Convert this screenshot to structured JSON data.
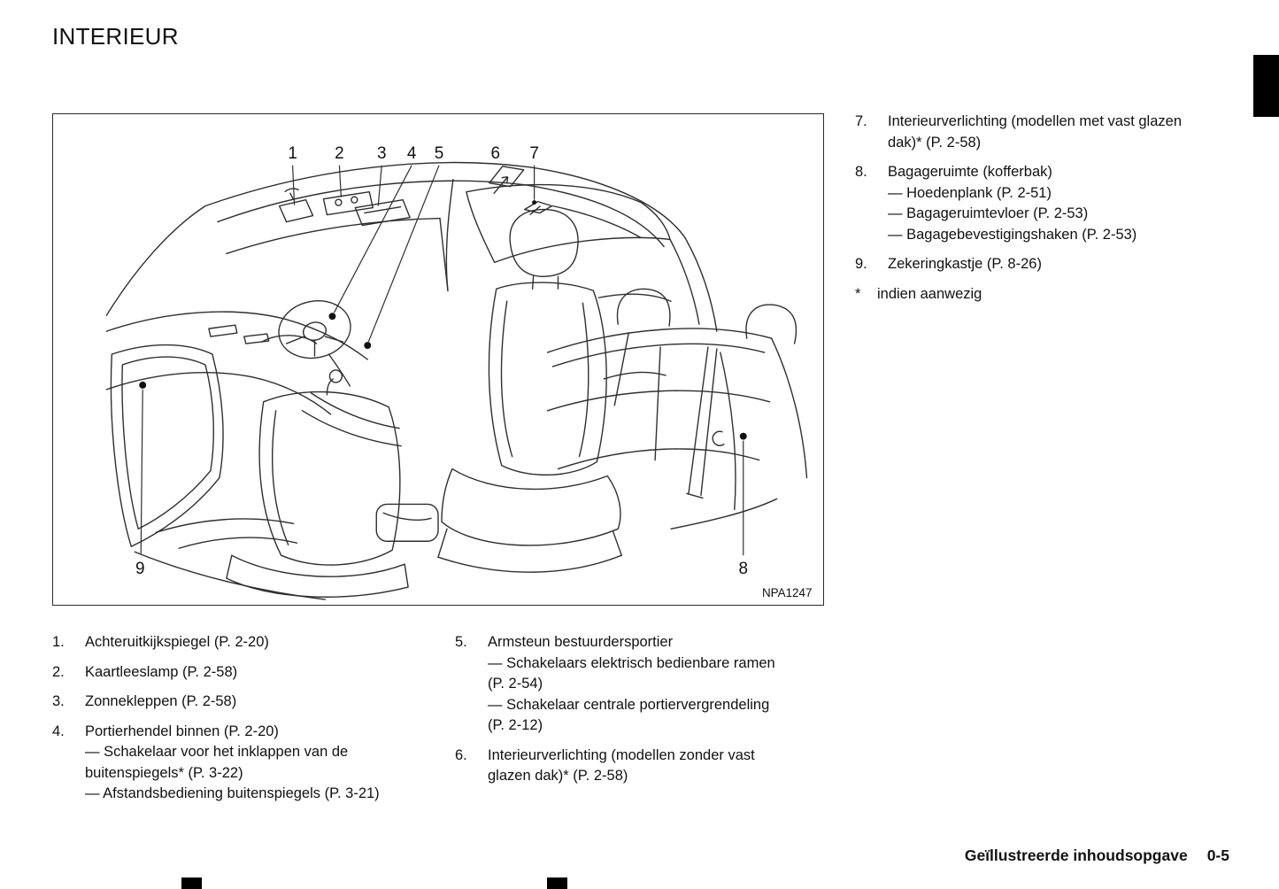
{
  "page": {
    "title": "INTERIEUR",
    "footer_label": "Geïllustreerde inhoudsopgave",
    "footer_page": "0-5"
  },
  "figure": {
    "code": "NPA1247",
    "callouts": [
      "1",
      "2",
      "3",
      "4",
      "5",
      "6",
      "7",
      "8",
      "9"
    ]
  },
  "right_column": {
    "items": [
      {
        "num": "7.",
        "lines": [
          "Interieurverlichting (modellen met vast glazen",
          "dak)* (P. 2-58)"
        ]
      },
      {
        "num": "8.",
        "lines": [
          "Bagageruimte (kofferbak)",
          "— Hoedenplank (P. 2-51)",
          "— Bagageruimtevloer (P. 2-53)",
          "— Bagagebevestigingshaken (P. 2-53)"
        ]
      },
      {
        "num": "9.",
        "lines": [
          "Zekeringkastje (P. 8-26)"
        ]
      },
      {
        "num": "*",
        "lines": [
          "indien aanwezig"
        ]
      }
    ]
  },
  "legend": {
    "left": [
      {
        "num": "1.",
        "lines": [
          "Achteruitkijkspiegel (P. 2-20)"
        ]
      },
      {
        "num": "2.",
        "lines": [
          "Kaartleeslamp (P. 2-58)"
        ]
      },
      {
        "num": "3.",
        "lines": [
          "Zonnekleppen (P. 2-58)"
        ]
      },
      {
        "num": "4.",
        "lines": [
          "Portierhendel binnen (P. 2-20)",
          "— Schakelaar voor het inklappen van de",
          "buitenspiegels* (P. 3-22)",
          "— Afstandsbediening buitenspiegels (P. 3-21)"
        ]
      }
    ],
    "middle": [
      {
        "num": "5.",
        "lines": [
          "Armsteun bestuurdersportier",
          "— Schakelaars elektrisch bedienbare ramen",
          "(P. 2-54)",
          "— Schakelaar centrale portiervergrendeling",
          "(P. 2-12)"
        ]
      },
      {
        "num": "6.",
        "lines": [
          "Interieurverlichting (modellen zonder vast",
          "glazen dak)* (P. 2-58)"
        ]
      }
    ]
  }
}
